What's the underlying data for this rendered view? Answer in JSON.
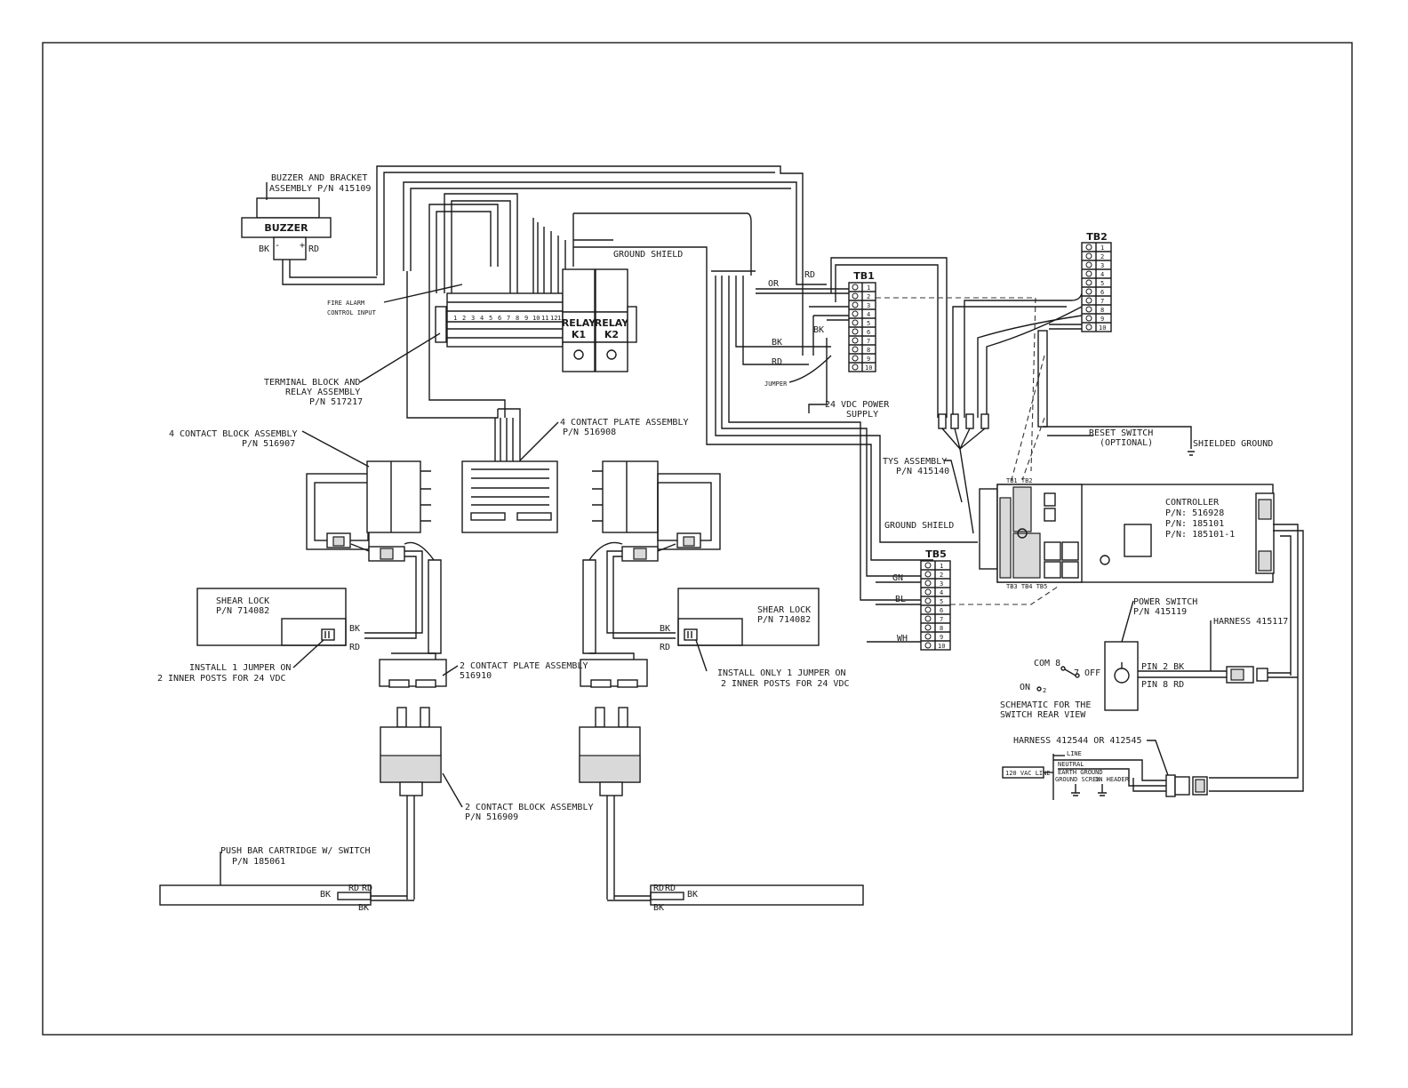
{
  "buzzer": {
    "label": "BUZZER",
    "assembly_line1": "BUZZER AND BRACKET",
    "assembly_line2": "ASSEMBLY P/N 415109",
    "wire_bk": "BK",
    "wire_rd": "RD",
    "minus": "-",
    "plus": "+"
  },
  "fire_alarm": {
    "line1": "FIRE ALARM",
    "line2": "CONTROL INPUT"
  },
  "ground_shield_top": "GROUND SHIELD",
  "terminal_block": {
    "line1": "TERMINAL BLOCK AND",
    "line2": "RELAY ASSEMBLY",
    "line3": "P/N 517217"
  },
  "terminal_numbers": [
    "1",
    "2",
    "3",
    "4",
    "5",
    "6",
    "7",
    "8",
    "9",
    "10",
    "11",
    "12",
    "13"
  ],
  "relay_k1": {
    "line1": "RELAY",
    "line2": "K1"
  },
  "relay_k2": {
    "line1": "RELAY",
    "line2": "K2"
  },
  "tb1": {
    "title": "TB1",
    "numbers": [
      "1",
      "2",
      "3",
      "4",
      "5",
      "6",
      "7",
      "8",
      "9",
      "10"
    ]
  },
  "tb2": {
    "title": "TB2",
    "numbers": [
      "1",
      "2",
      "3",
      "4",
      "5",
      "6",
      "7",
      "8",
      "9",
      "10"
    ]
  },
  "tb5": {
    "title": "TB5",
    "numbers": [
      "1",
      "2",
      "3",
      "4",
      "5",
      "6",
      "7",
      "8",
      "9",
      "10"
    ]
  },
  "wires": {
    "or": "OR",
    "rd": "RD",
    "bk": "BK",
    "gn": "GN",
    "bl": "BL",
    "wh": "WH"
  },
  "jumper": "JUMPER",
  "power_supply": {
    "line1": "24 VDC POWER",
    "line2": "SUPPLY"
  },
  "reset_switch": {
    "line1": "RESET SWITCH",
    "line2": "(OPTIONAL)"
  },
  "shielded_ground": "SHIELDED GROUND",
  "tys": {
    "line1": "TYS ASSEMBLY",
    "line2": "P/N 415140"
  },
  "ground_shield_ctrl": "GROUND SHIELD",
  "controller": {
    "title": "CONTROLLER",
    "pn1": "P/N: 516928",
    "pn2": "P/N: 185101",
    "pn3": "P/N: 185101-1",
    "tb_top": "TB1 TB2",
    "tb_bottom": "TB3 TB4 TB5"
  },
  "contact_block_4": {
    "line1": "4 CONTACT BLOCK ASSEMBLY",
    "line2": "P/N 516907"
  },
  "contact_plate_4": {
    "line1": "4 CONTACT PLATE ASSEMBLY",
    "line2": "P/N 516908"
  },
  "shear_lock_left": {
    "line1": "SHEAR LOCK",
    "line2": "P/N 714082"
  },
  "shear_lock_right": {
    "line1": "SHEAR LOCK",
    "line2": "P/N 714082"
  },
  "jumper_left": {
    "line1": "INSTALL 1 JUMPER ON",
    "line2": "2 INNER POSTS FOR 24 VDC"
  },
  "jumper_right": {
    "line1": "INSTALL ONLY 1 JUMPER ON",
    "line2": "2 INNER POSTS FOR 24 VDC"
  },
  "contact_plate_2": {
    "line1": "2 CONTACT PLATE ASSEMBLY",
    "line2": "516910"
  },
  "contact_block_2": {
    "line1": "2 CONTACT BLOCK ASSEMBLY",
    "line2": "P/N 516909"
  },
  "push_bar": {
    "line1": "PUSH BAR CARTRIDGE W/ SWITCH",
    "line2": "P/N 185061"
  },
  "power_switch": {
    "line1": "POWER SWITCH",
    "line2": "P/N 415119"
  },
  "harness_415117": "HARNESS 415117",
  "switch_schematic": {
    "com": "COM 8",
    "off": "7 OFF",
    "on": "ON",
    "on_num": "2",
    "line1": "SCHEMATIC FOR THE",
    "line2": "SWITCH REAR VIEW"
  },
  "pins": {
    "pin2": "PIN 2 BK",
    "pin8": "PIN 8 RD"
  },
  "harness_412544": "HARNESS 412544 OR 412545",
  "line_labels": {
    "line": "LINE",
    "neutral": "NEUTRAL",
    "earth": "EARTH GROUND",
    "screw": "GROUND SCREW",
    "header": "IN HEADER",
    "vac": "120 VAC LINE"
  }
}
